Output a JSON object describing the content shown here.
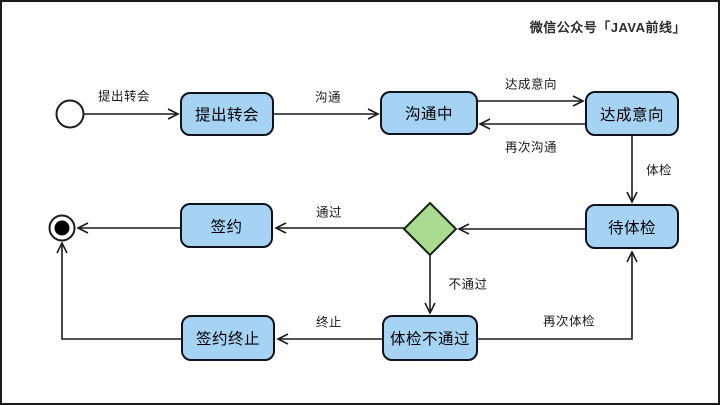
{
  "watermark": "微信公众号「JAVA前线」",
  "diagram": {
    "type": "uml-state-diagram",
    "states": [
      {
        "id": "propose",
        "label": "提出转会"
      },
      {
        "id": "communicating",
        "label": "沟通中"
      },
      {
        "id": "intention",
        "label": "达成意向"
      },
      {
        "id": "pending-exam",
        "label": "待体检"
      },
      {
        "id": "sign",
        "label": "签约"
      },
      {
        "id": "exam-failed",
        "label": "体检不通过"
      },
      {
        "id": "sign-terminated",
        "label": "签约终止"
      }
    ],
    "special_nodes": [
      {
        "id": "start",
        "type": "initial-state"
      },
      {
        "id": "decision",
        "type": "choice-diamond"
      },
      {
        "id": "end",
        "type": "final-state"
      }
    ],
    "transitions": [
      {
        "from": "start",
        "to": "propose",
        "label": "提出转会"
      },
      {
        "from": "propose",
        "to": "communicating",
        "label": "沟通"
      },
      {
        "from": "communicating",
        "to": "intention",
        "label": "达成意向"
      },
      {
        "from": "intention",
        "to": "communicating",
        "label": "再次沟通"
      },
      {
        "from": "intention",
        "to": "pending-exam",
        "label": "体检"
      },
      {
        "from": "pending-exam",
        "to": "decision",
        "label": ""
      },
      {
        "from": "decision",
        "to": "sign",
        "label": "通过"
      },
      {
        "from": "sign",
        "to": "end",
        "label": ""
      },
      {
        "from": "decision",
        "to": "exam-failed",
        "label": "不通过"
      },
      {
        "from": "exam-failed",
        "to": "pending-exam",
        "label": "再次体检"
      },
      {
        "from": "exam-failed",
        "to": "sign-terminated",
        "label": "终止"
      },
      {
        "from": "sign-terminated",
        "to": "end",
        "label": ""
      }
    ],
    "colors": {
      "state_fill": "#a6d3f3",
      "state_stroke": "#10121c",
      "decision_fill": "#a9db91",
      "decision_stroke": "#17220f",
      "line": "#1c1c1c",
      "canvas_bg": "#ffffff",
      "frame": "#1a1a1a"
    }
  }
}
